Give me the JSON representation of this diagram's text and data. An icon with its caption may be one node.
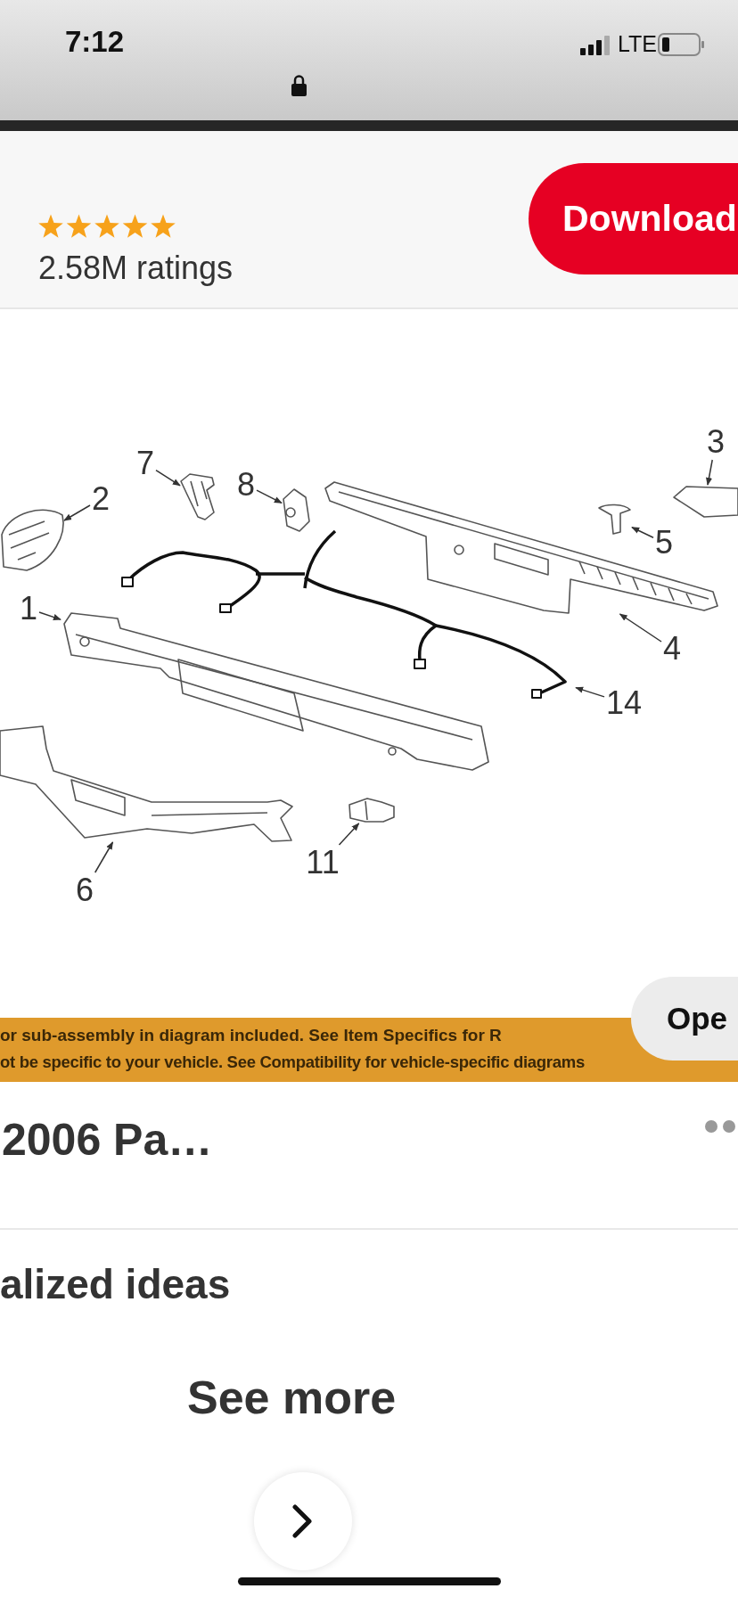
{
  "diagram": {
    "nodes": [
      {
        "text": [
          "7"
        ]
      },
      {
        "text": [],
        "shape": "picture"
      },
      {
        "text": [
          "8"
        ]
      },
      {
        "text": [],
        "shape": "picture"
      },
      {
        "text": [
          "3"
        ]
      },
      {
        "text": [],
        "shape": "picture"
      },
      {
        "text": [
          "2"
        ]
      },
      {
        "text": [],
        "shape": "picture"
      },
      {
        "text": [
          "5"
        ]
      },
      {
        "text": [],
        "shape": "picture"
      },
      {
        "text": [
          "1"
        ]
      },
      {
        "text": [],
        "shape": "picture"
      },
      {
        "text": [
          "4"
        ]
      },
      {
        "text": [],
        "shape": "picture"
      },
      {
        "text": [
          "14"
        ]
      },
      {
        "text": [],
        "shape": "picture"
      },
      {
        "text": [
          "11"
        ]
      },
      {
        "text": [],
        "shape": "picture"
      },
      {
        "text": [
          "6"
        ]
      },
      {
        "text": [],
        "shape": "picture"
      }
    ],
    "edges": [
      {
        "from": 0,
        "to": 1,
        "arrow": "to"
      },
      {
        "from": 2,
        "to": 3,
        "arrow": "to"
      },
      {
        "from": 4,
        "to": 5,
        "arrow": "to"
      },
      {
        "from": 6,
        "to": 7,
        "arrow": "to"
      },
      {
        "from": 8,
        "to": 9,
        "arrow": "to"
      },
      {
        "from": 10,
        "to": 11,
        "arrow": "to"
      },
      {
        "from": 12,
        "to": 13,
        "arrow": "to"
      },
      {
        "from": 14,
        "to": 15,
        "arrow": "to"
      },
      {
        "from": 16,
        "to": 17,
        "arrow": "to"
      },
      {
        "from": 18,
        "to": 19,
        "arrow": "to"
      }
    ],
    "labels": [
      "7:12",
      "LTE",
      "Download",
      "2.58M ratings",
      "Ope",
      "or sub-assembly in diagram included. See Item Specifics for R",
      "ot be specific to your vehicle. See Compatibility for vehicle-specific diagrams",
      "2006 Pa…",
      "alized ideas",
      "See more"
    ]
  }
}
